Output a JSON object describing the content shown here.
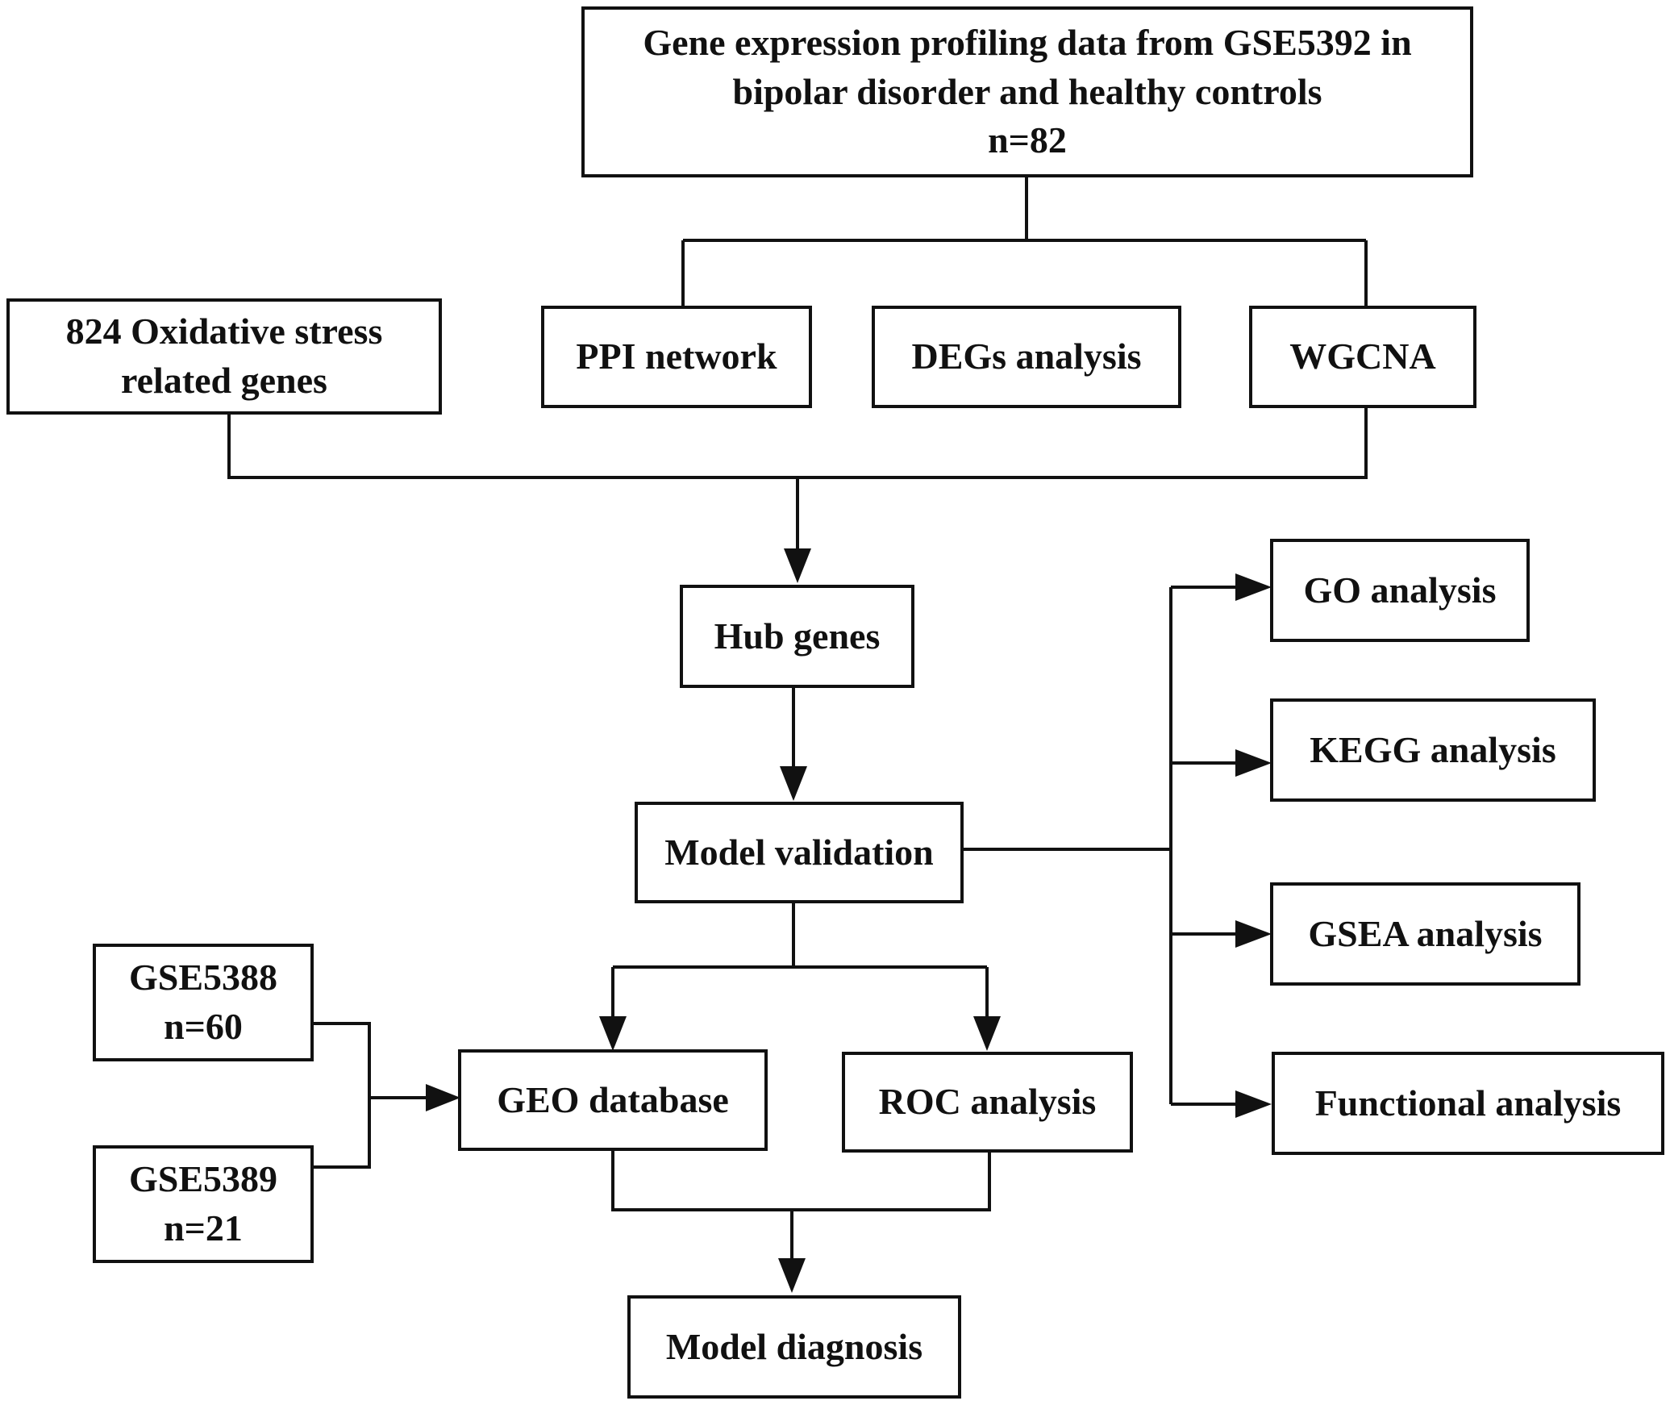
{
  "dataset_box": {
    "line1": "Gene expression profiling data from GSE5392 in",
    "line2": "bipolar disorder and healthy controls",
    "line3": "n=82"
  },
  "oxidative_box": {
    "line1": "824 Oxidative stress",
    "line2": "related genes"
  },
  "ppi_box": {
    "label": "PPI network"
  },
  "degs_box": {
    "label": "DEGs analysis"
  },
  "wgcna_box": {
    "label": "WGCNA"
  },
  "hub_box": {
    "label": "Hub genes"
  },
  "model_validation_box": {
    "label": "Model validation"
  },
  "go_box": {
    "label": "GO analysis"
  },
  "kegg_box": {
    "label": "KEGG analysis"
  },
  "gsea_box": {
    "label": "GSEA analysis"
  },
  "functional_box": {
    "label": "Functional analysis"
  },
  "gse5388_box": {
    "line1": "GSE5388",
    "line2": "n=60"
  },
  "gse5389_box": {
    "line1": "GSE5389",
    "line2": "n=21"
  },
  "geo_box": {
    "label": "GEO database"
  },
  "roc_box": {
    "label": "ROC analysis"
  },
  "diagnosis_box": {
    "label": "Model diagnosis"
  }
}
